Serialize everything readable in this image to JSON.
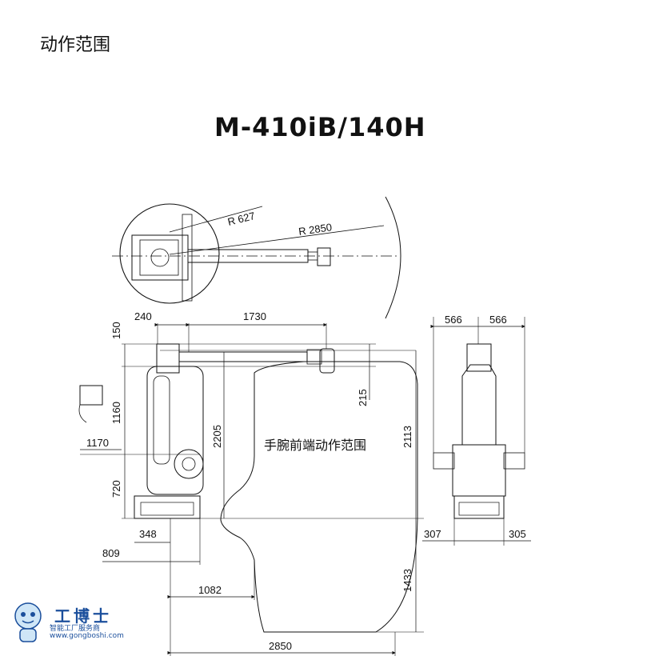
{
  "page": {
    "heading": "动作范围",
    "model": "M-410iB/140H"
  },
  "top_view": {
    "radius_inner": "R 627",
    "radius_outer": "R 2850"
  },
  "side_view": {
    "dim_240": "240",
    "dim_1730": "1730",
    "dim_150": "150",
    "dim_215": "215",
    "dim_1160": "1160",
    "dim_1170": "1170",
    "dim_2205": "2205",
    "dim_2113": "2113",
    "dim_720": "720",
    "dim_348": "348",
    "dim_809": "809",
    "dim_1082": "1082",
    "dim_1433": "1433",
    "dim_2850": "2850",
    "zone_label": "手腕前端动作范围"
  },
  "front_view": {
    "dim_566_left": "566",
    "dim_566_right": "566",
    "dim_307": "307",
    "dim_305": "305"
  },
  "watermark": {
    "title": "工博士",
    "url": "www.gongboshi.com",
    "tagline": "智能工厂服务商"
  }
}
